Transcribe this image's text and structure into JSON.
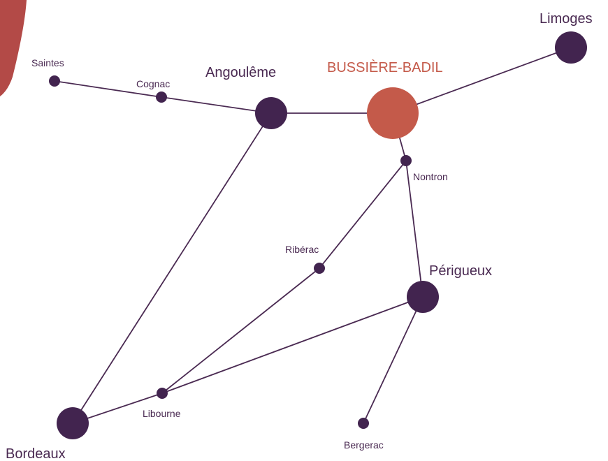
{
  "colors": {
    "network": "#42244f",
    "highlight": "#c45a4a",
    "background": "#ffffff"
  },
  "cities": [
    {
      "id": "saintes",
      "label": "Saintes",
      "size": "small"
    },
    {
      "id": "cognac",
      "label": "Cognac",
      "size": "small"
    },
    {
      "id": "angouleme",
      "label": "Angoulême",
      "size": "large"
    },
    {
      "id": "bussiere",
      "label": "BUSSIÈRE-BADIL",
      "size": "highlight"
    },
    {
      "id": "limoges",
      "label": "Limoges",
      "size": "large"
    },
    {
      "id": "nontron",
      "label": "Nontron",
      "size": "small"
    },
    {
      "id": "riberac",
      "label": "Ribérac",
      "size": "small"
    },
    {
      "id": "perigueux",
      "label": "Périgueux",
      "size": "large"
    },
    {
      "id": "libourne",
      "label": "Libourne",
      "size": "small"
    },
    {
      "id": "bordeaux",
      "label": "Bordeaux",
      "size": "large"
    },
    {
      "id": "bergerac",
      "label": "Bergerac",
      "size": "small"
    }
  ],
  "routes": [
    [
      "saintes",
      "cognac"
    ],
    [
      "cognac",
      "angouleme"
    ],
    [
      "angouleme",
      "bussiere"
    ],
    [
      "bussiere",
      "limoges"
    ],
    [
      "bussiere",
      "nontron"
    ],
    [
      "nontron",
      "riberac"
    ],
    [
      "nontron",
      "perigueux"
    ],
    [
      "riberac",
      "libourne"
    ],
    [
      "angouleme",
      "bordeaux"
    ],
    [
      "bordeaux",
      "libourne"
    ],
    [
      "libourne",
      "perigueux"
    ],
    [
      "perigueux",
      "bergerac"
    ]
  ]
}
